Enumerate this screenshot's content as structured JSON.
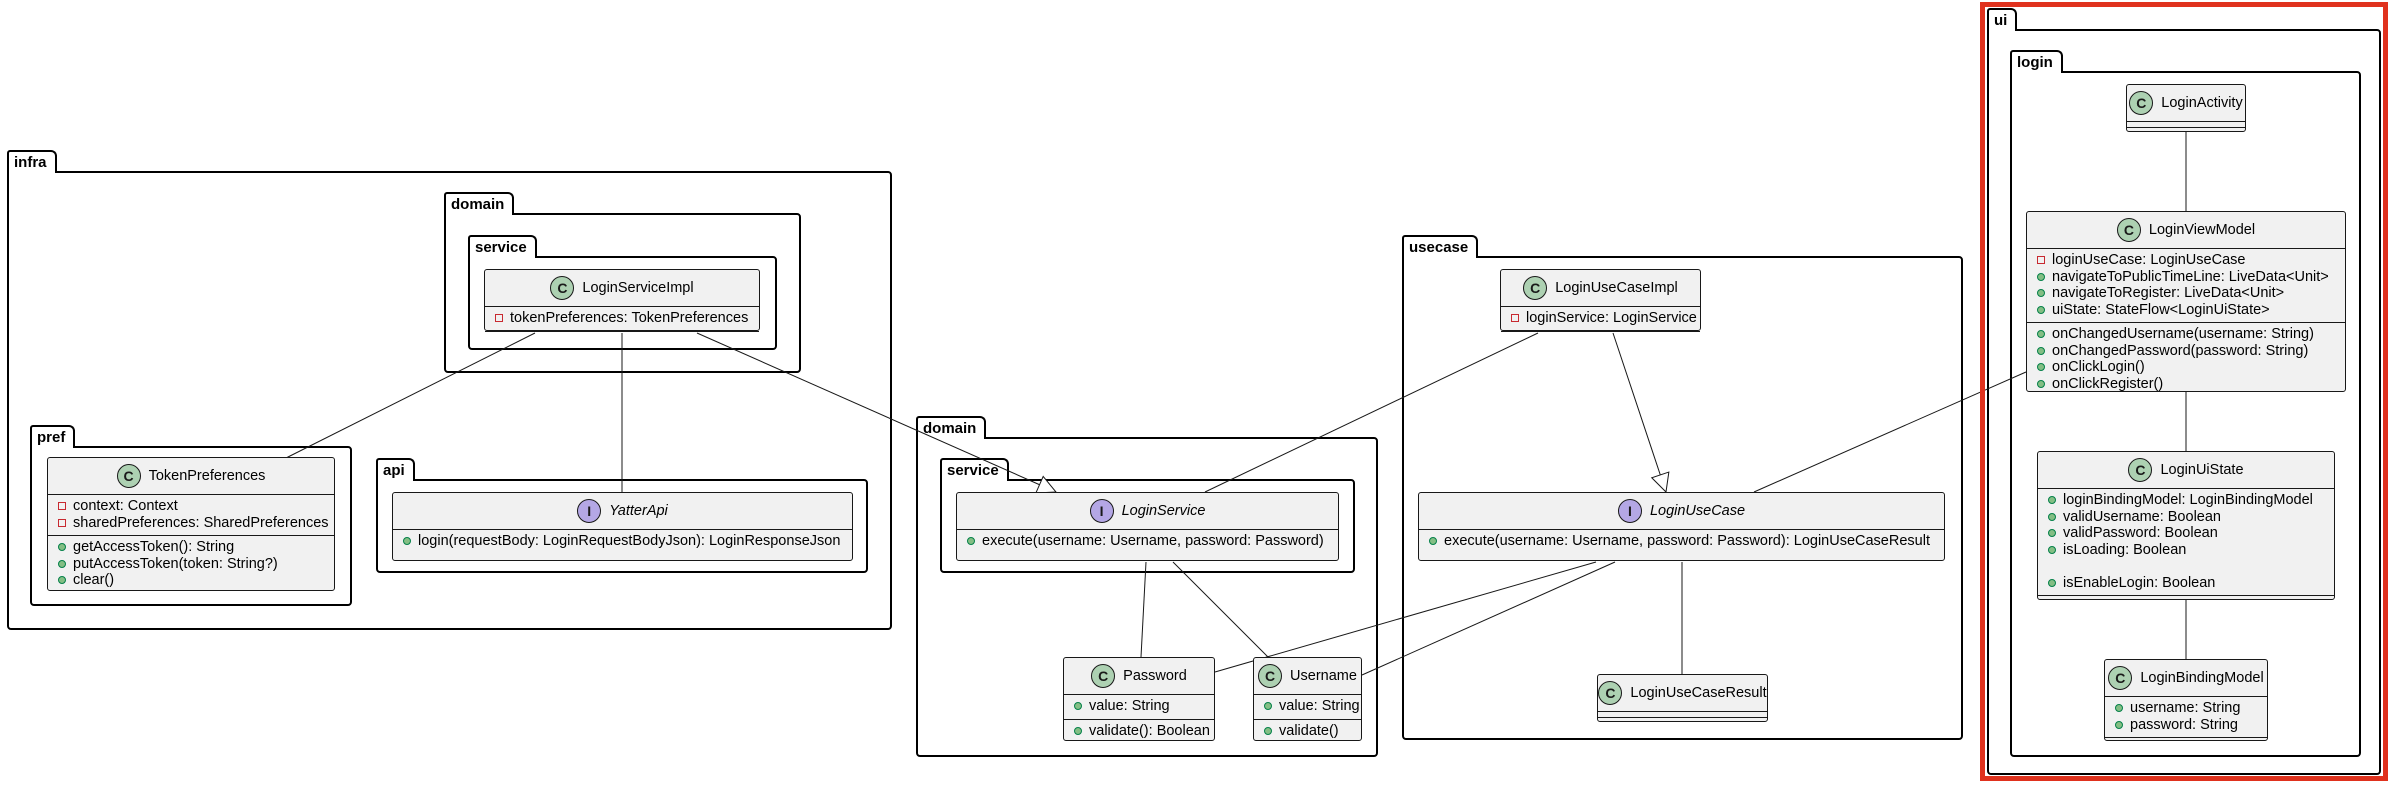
{
  "packages": {
    "infra": "infra",
    "infra_domain": "domain",
    "infra_service": "service",
    "pref": "pref",
    "api": "api",
    "domain": "domain",
    "domain_service": "service",
    "usecase": "usecase",
    "ui": "ui",
    "login": "login"
  },
  "classes": {
    "login_service_impl": {
      "name": "LoginServiceImpl",
      "stereotype": "C",
      "fields": [
        {
          "vis": "-",
          "text": "tokenPreferences: TokenPreferences"
        }
      ],
      "methods": []
    },
    "token_preferences": {
      "name": "TokenPreferences",
      "stereotype": "C",
      "fields": [
        {
          "vis": "-",
          "text": "context: Context"
        },
        {
          "vis": "-",
          "text": "sharedPreferences: SharedPreferences"
        }
      ],
      "methods": [
        {
          "vis": "+",
          "text": "getAccessToken(): String"
        },
        {
          "vis": "+",
          "text": "putAccessToken(token: String?)"
        },
        {
          "vis": "+",
          "text": "clear()"
        }
      ]
    },
    "yatter_api": {
      "name": "YatterApi",
      "stereotype": "I",
      "methods": [
        {
          "vis": "+",
          "text": "login(requestBody: LoginRequestBodyJson): LoginResponseJson"
        }
      ]
    },
    "login_service": {
      "name": "LoginService",
      "stereotype": "I",
      "methods": [
        {
          "vis": "+",
          "text": "execute(username: Username, password: Password)"
        }
      ]
    },
    "password": {
      "name": "Password",
      "stereotype": "C",
      "fields": [
        {
          "vis": "+",
          "text": "value: String"
        }
      ],
      "methods": [
        {
          "vis": "+",
          "text": "validate(): Boolean"
        }
      ]
    },
    "username": {
      "name": "Username",
      "stereotype": "C",
      "fields": [
        {
          "vis": "+",
          "text": "value: String"
        }
      ],
      "methods": [
        {
          "vis": "+",
          "text": "validate()"
        }
      ]
    },
    "login_use_case_impl": {
      "name": "LoginUseCaseImpl",
      "stereotype": "C",
      "fields": [
        {
          "vis": "-",
          "text": "loginService: LoginService"
        }
      ],
      "methods": []
    },
    "login_use_case": {
      "name": "LoginUseCase",
      "stereotype": "I",
      "methods": [
        {
          "vis": "+",
          "text": "execute(username: Username, password: Password): LoginUseCaseResult"
        }
      ]
    },
    "login_use_case_result": {
      "name": "LoginUseCaseResult",
      "stereotype": "C",
      "fields": [],
      "methods": []
    },
    "login_activity": {
      "name": "LoginActivity",
      "stereotype": "C",
      "fields": [],
      "methods": []
    },
    "login_view_model": {
      "name": "LoginViewModel",
      "stereotype": "C",
      "fields": [
        {
          "vis": "-",
          "text": "loginUseCase: LoginUseCase"
        },
        {
          "vis": "+",
          "text": "navigateToPublicTimeLine: LiveData<Unit>"
        },
        {
          "vis": "+",
          "text": "navigateToRegister: LiveData<Unit>"
        },
        {
          "vis": "+",
          "text": "uiState: StateFlow<LoginUiState>"
        }
      ],
      "methods": [
        {
          "vis": "+",
          "text": "onChangedUsername(username: String)"
        },
        {
          "vis": "+",
          "text": "onChangedPassword(password: String)"
        },
        {
          "vis": "+",
          "text": "onClickLogin()"
        },
        {
          "vis": "+",
          "text": "onClickRegister()"
        }
      ]
    },
    "login_ui_state": {
      "name": "LoginUiState",
      "stereotype": "C",
      "fields": [
        {
          "vis": "+",
          "text": "loginBindingModel: LoginBindingModel"
        },
        {
          "vis": "+",
          "text": "validUsername: Boolean"
        },
        {
          "vis": "+",
          "text": "validPassword: Boolean"
        },
        {
          "vis": "+",
          "text": "isLoading: Boolean"
        },
        {
          "vis": "",
          "text": ""
        },
        {
          "vis": "+",
          "text": "isEnableLogin: Boolean"
        }
      ],
      "methods": []
    },
    "login_binding_model": {
      "name": "LoginBindingModel",
      "stereotype": "C",
      "fields": [
        {
          "vis": "+",
          "text": "username: String"
        },
        {
          "vis": "+",
          "text": "password: String"
        }
      ],
      "methods": []
    }
  },
  "relations": [
    {
      "from": "login_service_impl",
      "to": "token_preferences",
      "kind": "association"
    },
    {
      "from": "login_service_impl",
      "to": "yatter_api",
      "kind": "association"
    },
    {
      "from": "login_service_impl",
      "to": "login_service",
      "kind": "realization"
    },
    {
      "from": "login_use_case_impl",
      "to": "login_service",
      "kind": "association"
    },
    {
      "from": "login_use_case_impl",
      "to": "login_use_case",
      "kind": "realization"
    },
    {
      "from": "login_service",
      "to": "password",
      "kind": "association"
    },
    {
      "from": "login_service",
      "to": "username",
      "kind": "association"
    },
    {
      "from": "login_use_case",
      "to": "password",
      "kind": "association"
    },
    {
      "from": "login_use_case",
      "to": "username",
      "kind": "association"
    },
    {
      "from": "login_use_case",
      "to": "login_use_case_result",
      "kind": "association"
    },
    {
      "from": "login_view_model",
      "to": "login_use_case",
      "kind": "association"
    },
    {
      "from": "login_activity",
      "to": "login_view_model",
      "kind": "association"
    },
    {
      "from": "login_view_model",
      "to": "login_ui_state",
      "kind": "association"
    },
    {
      "from": "login_ui_state",
      "to": "login_binding_model",
      "kind": "association"
    }
  ],
  "highlight": {
    "target": "ui",
    "color": "#e0321e"
  }
}
